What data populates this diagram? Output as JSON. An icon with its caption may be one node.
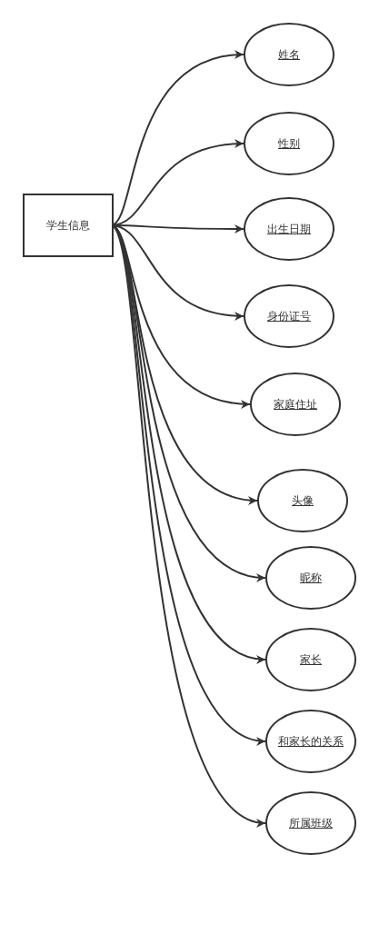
{
  "diagram": {
    "nodes": [
      {
        "text": [
          "学生信息"
        ]
      },
      {
        "text": [
          "姓名"
        ]
      },
      {
        "text": [
          "性别"
        ]
      },
      {
        "text": [
          "出生日期"
        ]
      },
      {
        "text": [
          "身份证号"
        ]
      },
      {
        "text": [
          "家庭住址"
        ]
      },
      {
        "text": [
          "头像"
        ]
      },
      {
        "text": [
          "昵称"
        ]
      },
      {
        "text": [
          "家长"
        ]
      },
      {
        "text": [
          "和家长的关系"
        ]
      },
      {
        "text": [
          "所属班级"
        ]
      }
    ],
    "edges": [
      {
        "from": 0,
        "to": 1,
        "arrow": "to"
      },
      {
        "from": 0,
        "to": 2,
        "arrow": "to"
      },
      {
        "from": 0,
        "to": 3,
        "arrow": "to"
      },
      {
        "from": 0,
        "to": 4,
        "arrow": "to"
      },
      {
        "from": 0,
        "to": 5,
        "arrow": "to"
      },
      {
        "from": 0,
        "to": 6,
        "arrow": "to"
      },
      {
        "from": 0,
        "to": 7,
        "arrow": "to"
      },
      {
        "from": 0,
        "to": 8,
        "arrow": "to"
      },
      {
        "from": 0,
        "to": 9,
        "arrow": "to"
      },
      {
        "from": 0,
        "to": 10,
        "arrow": "to"
      }
    ]
  }
}
